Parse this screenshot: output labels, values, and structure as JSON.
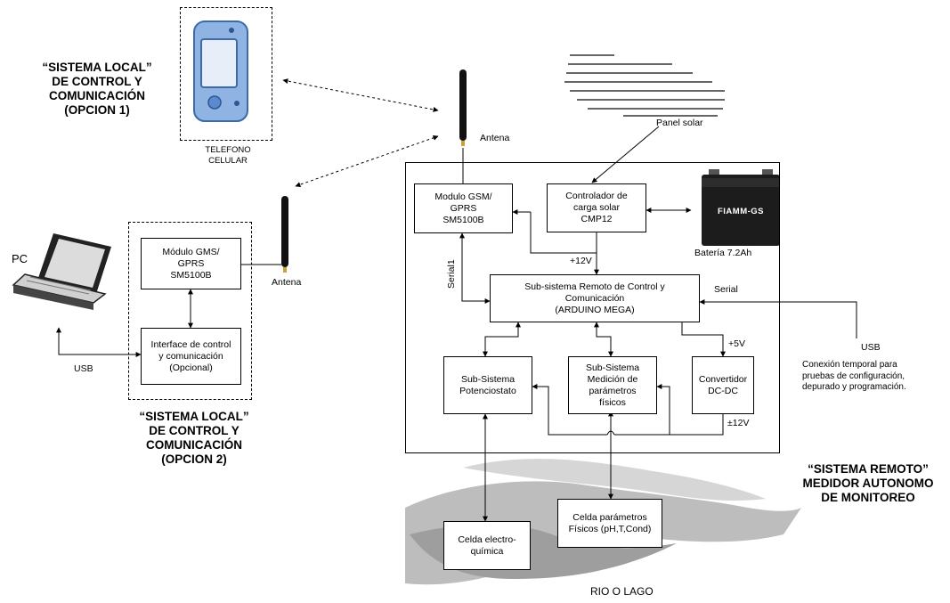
{
  "titles": {
    "local1": "“SISTEMA LOCAL”\nDE CONTROL Y\nCOMUNICACIÓN\n(OPCION 1)",
    "local2": "“SISTEMA LOCAL”\nDE CONTROL Y\nCOMUNICACIÓN\n(OPCION 2)",
    "remote": "“SISTEMA REMOTO”\nMEDIDOR AUTONOMO\nDE MONITOREO"
  },
  "devices": {
    "phone": "TELEFONO\nCELULAR",
    "pc": "PC",
    "antenna_left": "Antena",
    "antenna_top": "Antena",
    "solar_panel": "Panel solar",
    "battery": "Batería 7.2Ah",
    "battery_brand": "FIAMM-GS"
  },
  "blocks": {
    "gms_local": "Módulo GMS/\nGPRS\nSM5100B",
    "interface": "Interface de control\ny comunicación\n(Opcional)",
    "gsm_remote": "Modulo GSM/\nGPRS\nSM5100B",
    "charge_ctrl": "Controlador de\ncarga solar\nCMP12",
    "arduino": "Sub-sistema Remoto de  Control y\nComunicación\n(ARDUINO MEGA)",
    "potentiostat": "Sub-Sistema\nPotenciostato",
    "measure": "Sub-Sistema\nMedición de\nparámetros\nfísicos",
    "converter": "Convertidor\nDC-DC",
    "cell_electro": "Celda electro-\nquímica",
    "cell_phys": "Celda parámetros\nFísicos (pH,T,Cond)"
  },
  "labels": {
    "usb_left": "USB",
    "usb_right": "USB",
    "serial1": "Serial1",
    "serial": "Serial",
    "v12": "+12V",
    "v5": "+5V",
    "v12pm": "±12V",
    "temp_conn": "Conexión temporal para\npruebas de configuración,\ndepurado y programación.",
    "river": "RIO O LAGO"
  }
}
